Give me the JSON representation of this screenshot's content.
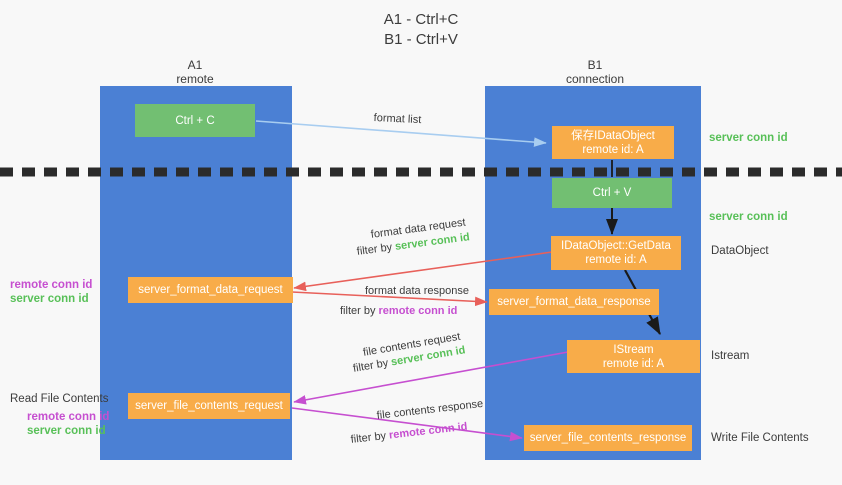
{
  "title": "A1 - Ctrl+C\nB1 - Ctrl+V",
  "colors": {
    "lane": "#4b80d4",
    "green_box": "#72bf72",
    "orange_box": "#f8ac49",
    "server_conn_id": "#58c058",
    "remote_conn_id": "#c64fd0",
    "format_list_arrow": "#a8cdf0",
    "format_data_arrow": "#e8605a",
    "file_contents_arrow": "#c64fd0",
    "internal_arrow": "#1a1a1a",
    "background": "#f8f8f8"
  },
  "columns": [
    {
      "name": "A1",
      "sub": "remote"
    },
    {
      "name": "B1",
      "sub": "connection"
    }
  ],
  "boxes": {
    "ctrl_c": {
      "label": "Ctrl + C"
    },
    "save_idataobject": {
      "line1": "保存IDataObject",
      "line2": "remote id: A"
    },
    "ctrl_v": {
      "label": "Ctrl + V"
    },
    "getdata": {
      "line1": "IDataObject::GetData",
      "line2": "remote id: A"
    },
    "server_format_data_request": {
      "label": "server_format_data_request"
    },
    "server_format_data_response": {
      "label": "server_format_data_response"
    },
    "istream": {
      "line1": "IStream",
      "line2": "remote id: A"
    },
    "server_file_contents_request": {
      "label": "server_file_contents_request"
    },
    "server_file_contents_response": {
      "label": "server_file_contents_response"
    }
  },
  "right_labels": {
    "server_conn_id_top": "server conn id",
    "server_conn_id_mid": "server conn id",
    "dataobject": "DataObject",
    "istream": "Istream",
    "write_file_contents": "Write File Contents"
  },
  "left_labels": {
    "remote_conn_id_1": "remote conn id",
    "server_conn_id_1": "server conn id",
    "read_file_contents": "Read File Contents",
    "remote_conn_id_2": "remote conn id",
    "server_conn_id_2": "server conn id"
  },
  "arrow_labels": {
    "format_list": "format list",
    "format_data_request": "format data request",
    "format_data_request_filter_prefix": "filter by ",
    "format_data_request_filter_value": "server conn id",
    "format_data_response": "format data response",
    "format_data_response_filter_prefix": "filter by ",
    "format_data_response_filter_value": "remote conn id",
    "file_contents_request": "file contents request",
    "file_contents_request_filter_prefix": "filter by ",
    "file_contents_request_filter_value": "server conn id",
    "file_contents_response": "file contents response",
    "file_contents_response_filter_prefix": "filter by ",
    "file_contents_response_filter_value": "remote conn id"
  }
}
